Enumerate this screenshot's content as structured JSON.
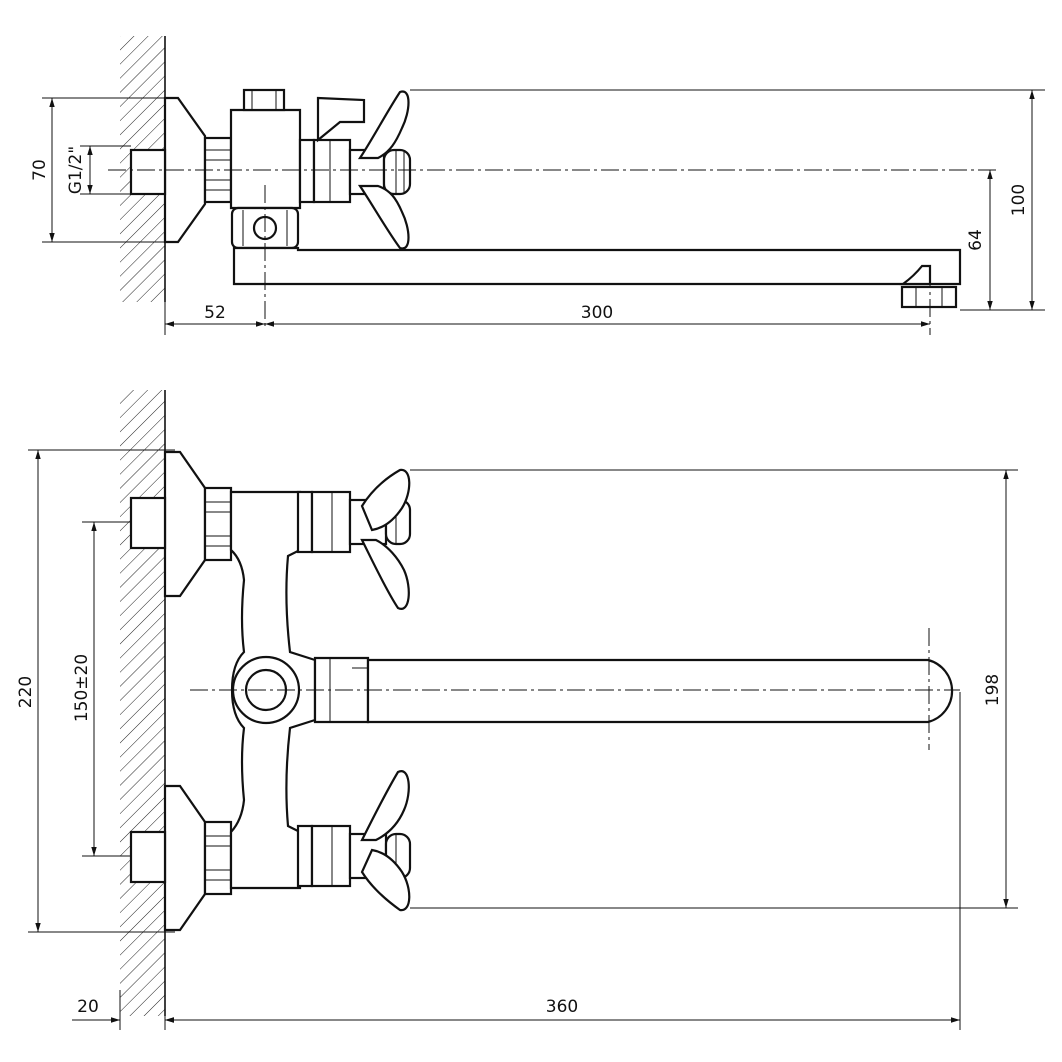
{
  "drawing": {
    "top_view": {
      "dim_width": "70",
      "dim_thread": "G1/2\"",
      "dim_depth_left": "52",
      "dim_spout_length": "300",
      "dim_spout_height": "64",
      "dim_total_height": "100"
    },
    "front_view": {
      "dim_total_height": "220",
      "dim_inlet_spacing": "150±20",
      "dim_handle_span": "198",
      "dim_wall_offset": "20",
      "dim_total_length": "360"
    }
  }
}
